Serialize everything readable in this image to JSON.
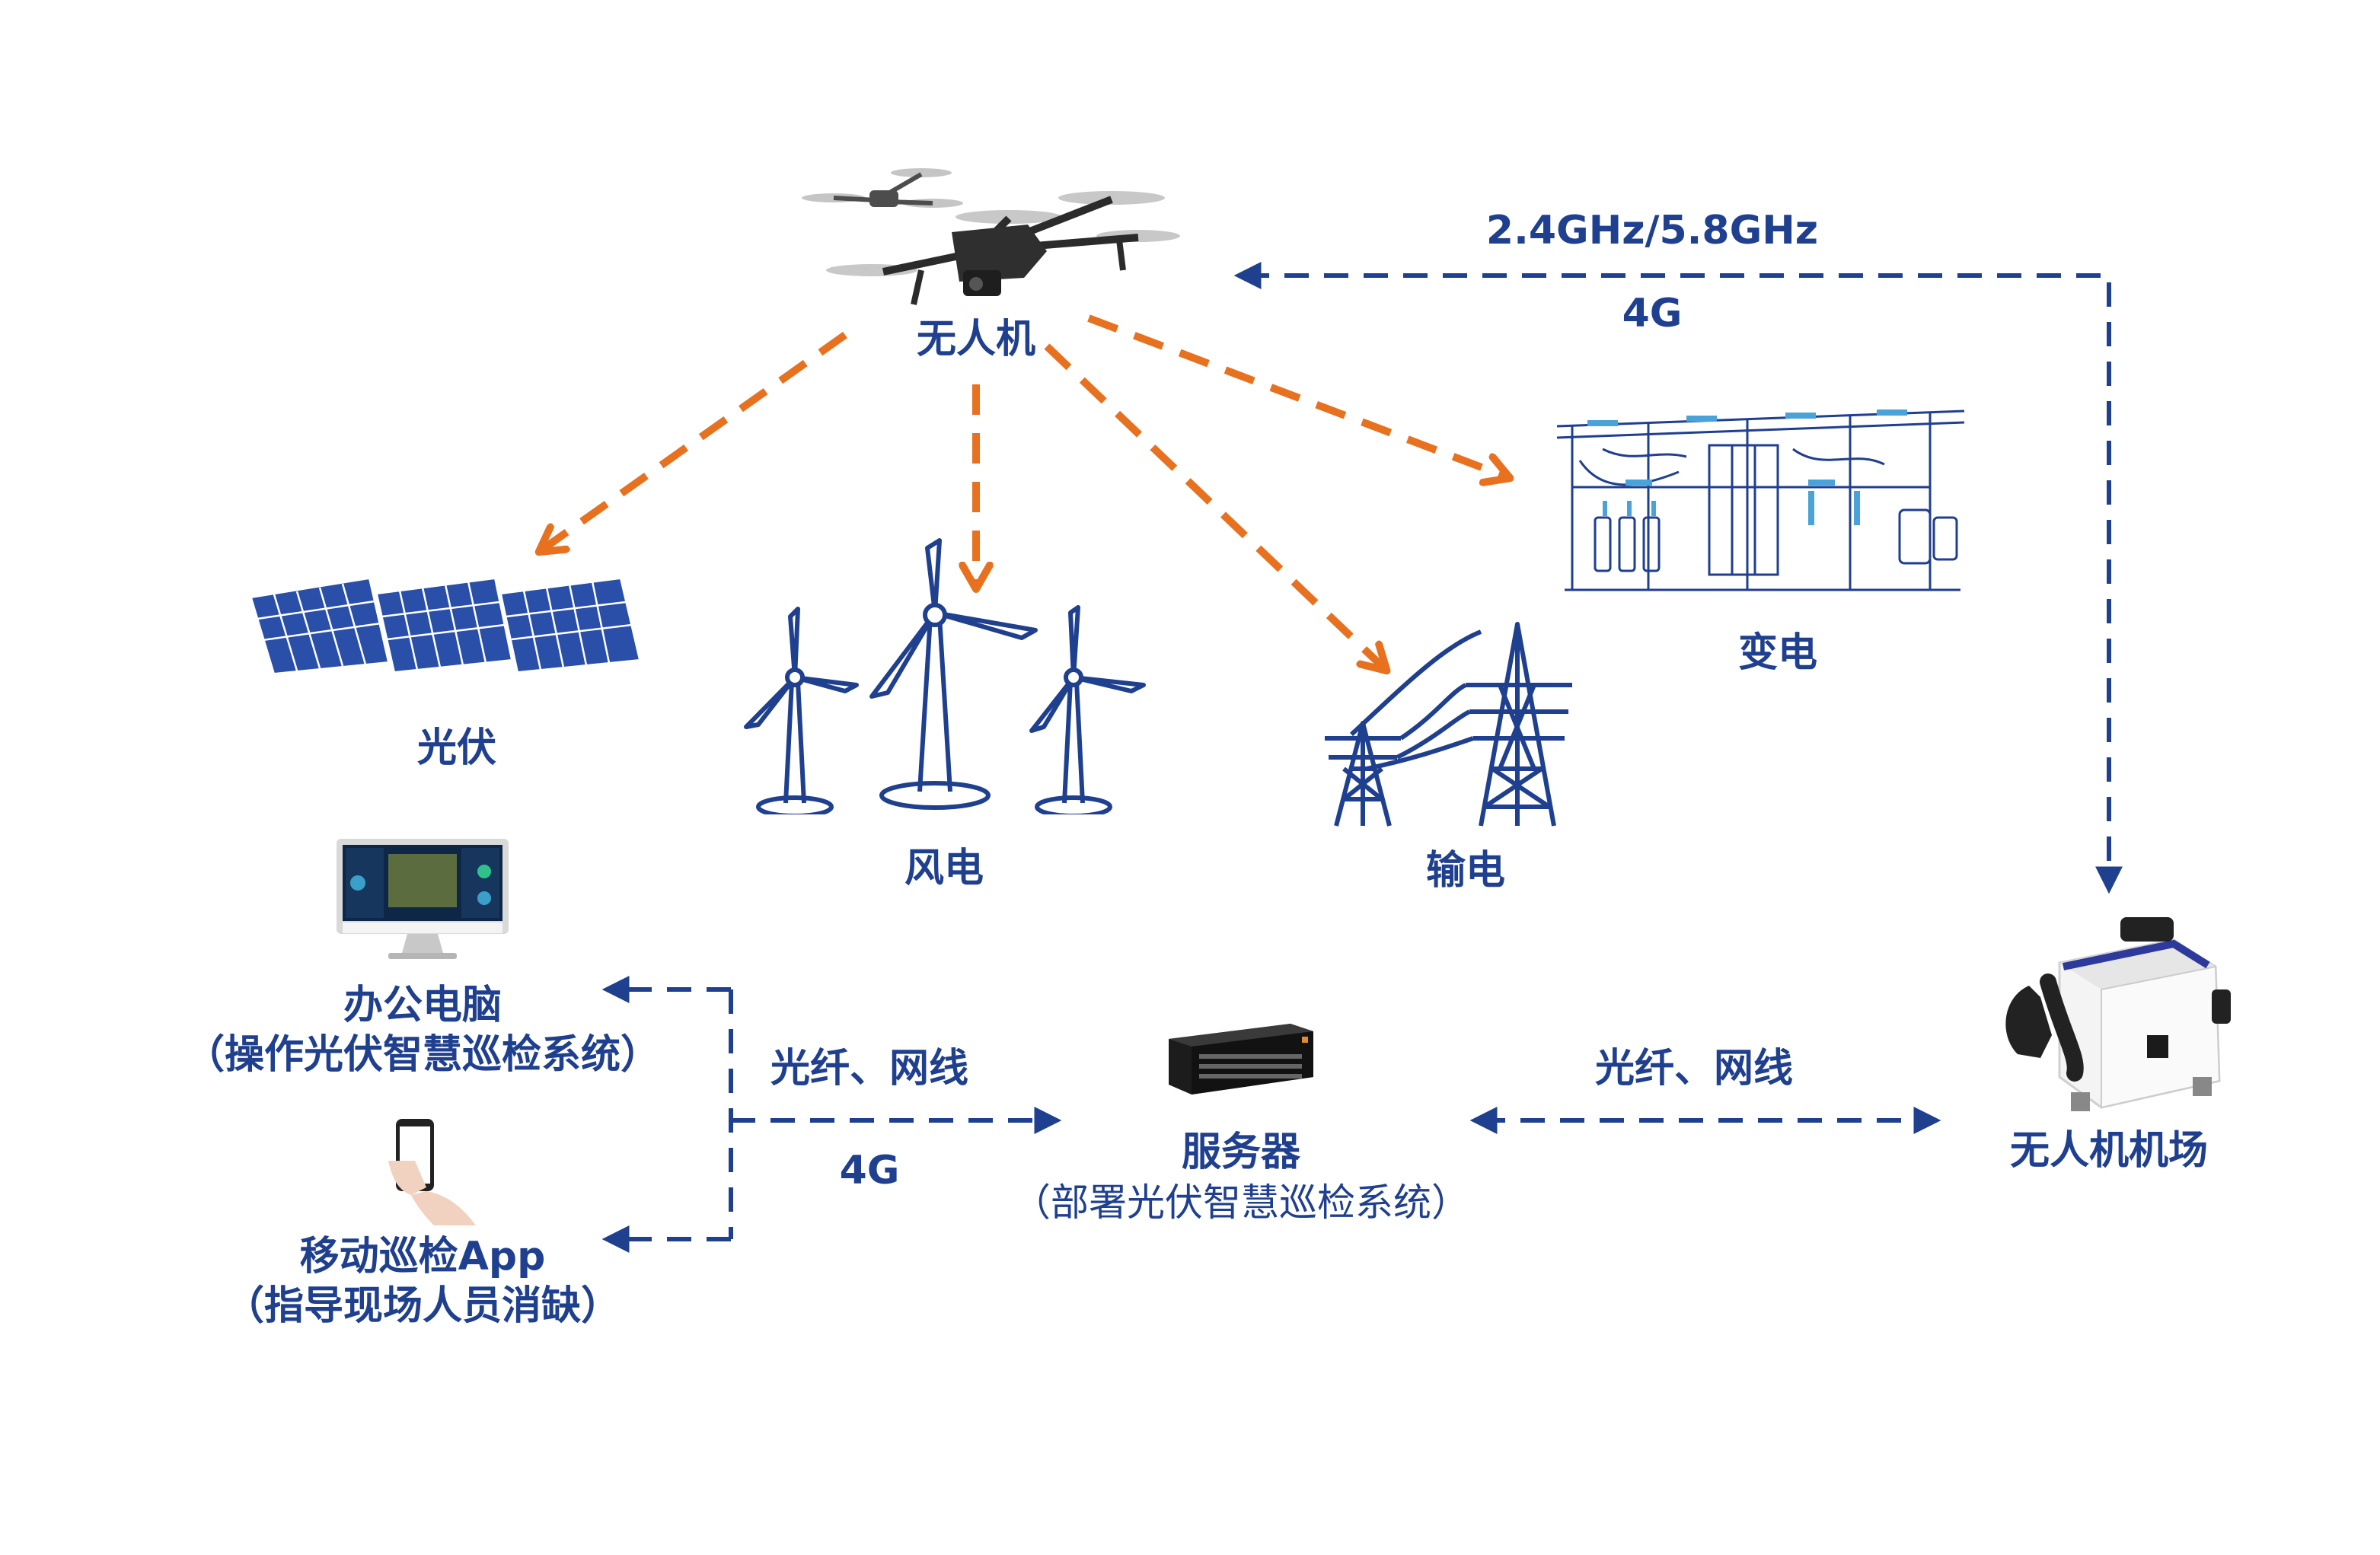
{
  "colors": {
    "blue": "#1f3f8f",
    "orange": "#e8711f",
    "white": "#ffffff"
  },
  "nodes": {
    "drone": {
      "label": "无人机",
      "icon": "drone-icon"
    },
    "solar": {
      "label": "光伏",
      "icon": "solar-panel-icon"
    },
    "wind": {
      "label": "风电",
      "icon": "wind-turbine-icon"
    },
    "transmission": {
      "label": "输电",
      "icon": "transmission-tower-icon"
    },
    "substation": {
      "label": "变电",
      "icon": "substation-icon"
    },
    "office_pc": {
      "label": "办公电脑",
      "sublabel": "（操作光伏智慧巡检系统）",
      "icon": "monitor-icon"
    },
    "mobile_app": {
      "label": "移动巡检App",
      "sublabel": "（指导现场人员消缺）",
      "icon": "smartphone-icon"
    },
    "server": {
      "label": "服务器",
      "sublabel": "（部署光伏智慧巡检系统）",
      "icon": "server-rack-icon"
    },
    "dock": {
      "label": "无人机机场",
      "icon": "drone-dock-icon"
    }
  },
  "links": {
    "drone_dock_top": "2.4GHz/5.8GHz",
    "drone_dock_bottom": "4G",
    "server_clients_top": "光纤、网线",
    "server_clients_bottom": "4G",
    "server_dock": "光纤、网线"
  }
}
